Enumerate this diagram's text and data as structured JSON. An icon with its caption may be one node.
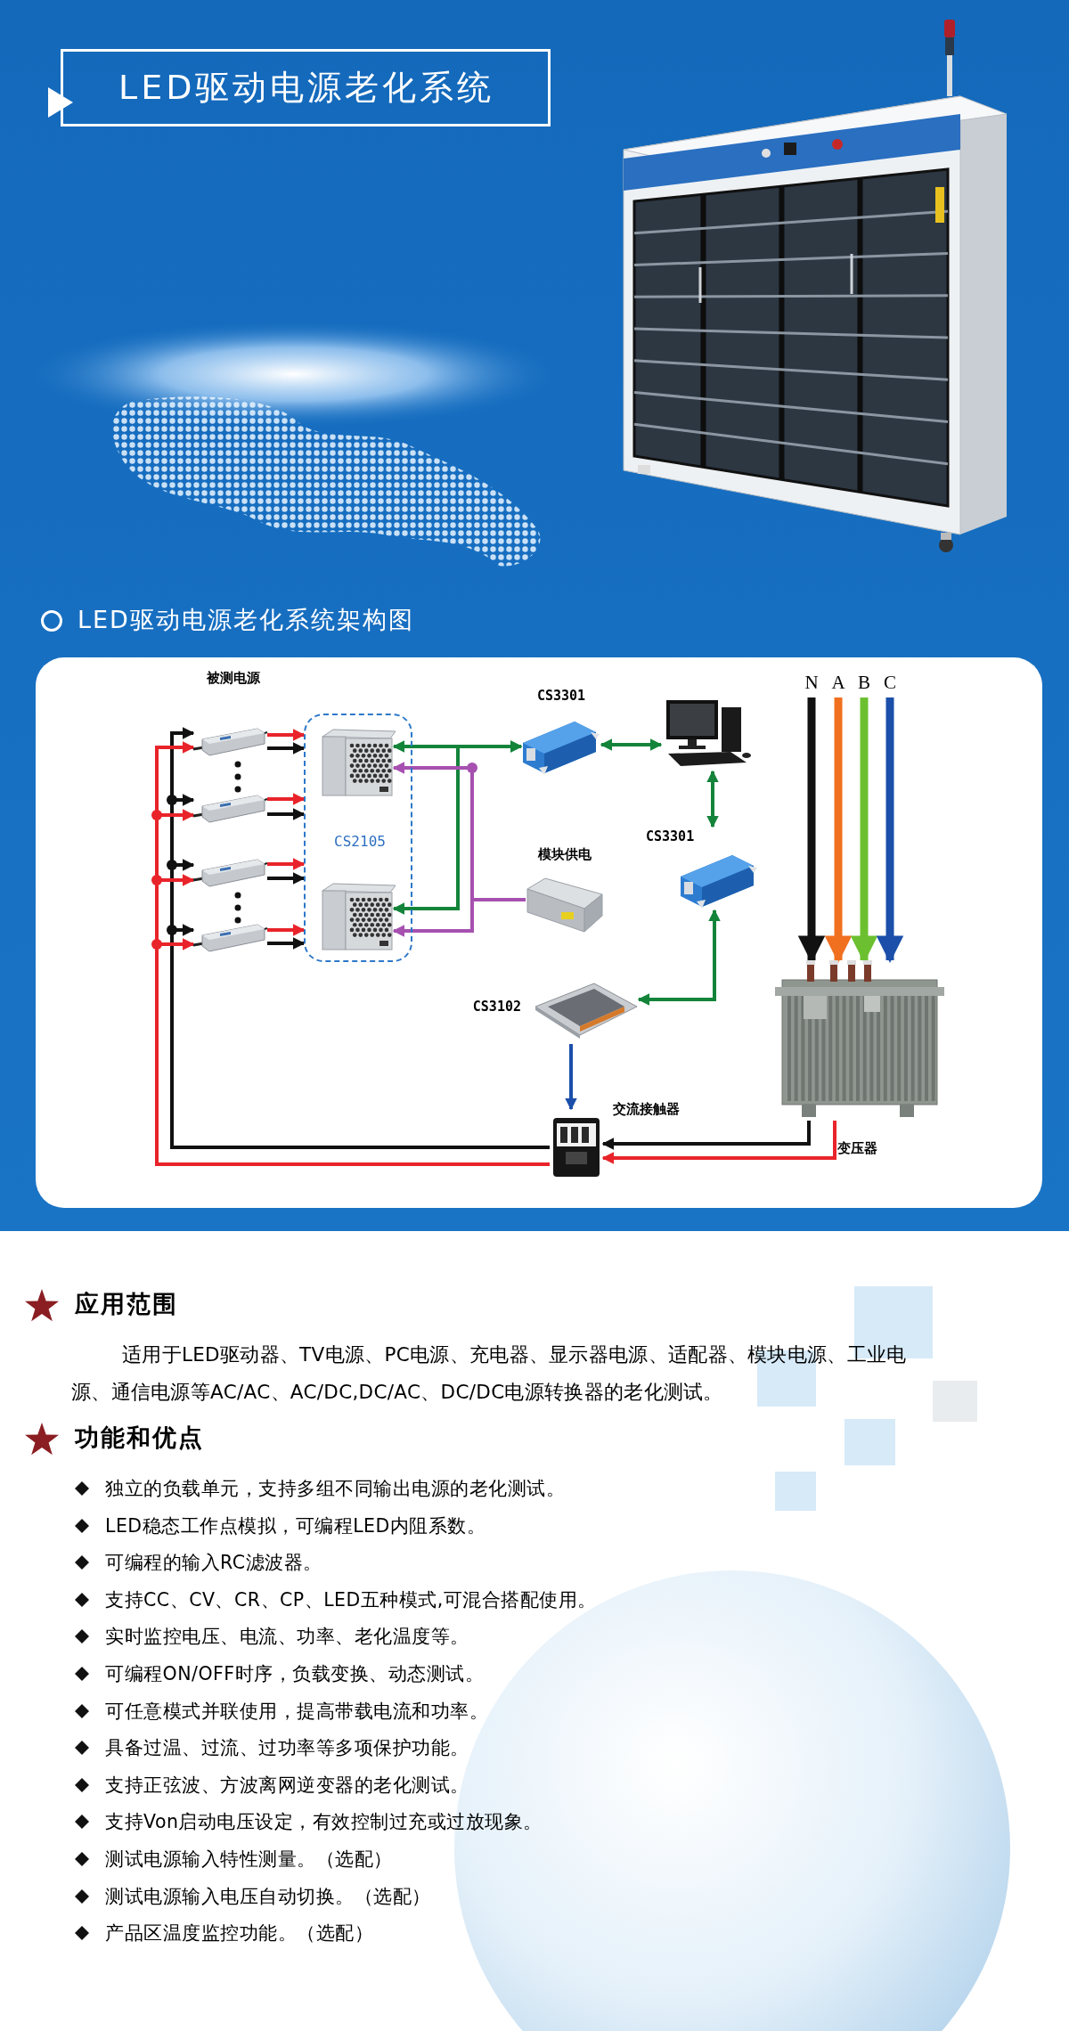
{
  "diagram": {
    "title": "LED驱动电源老化系统",
    "nodes": [
      {
        "text": [
          "CS2105"
        ]
      },
      {
        "text": [],
        "shape": "picture",
        "in": 0
      },
      {
        "text": [],
        "shape": "picture",
        "in": 0
      },
      {
        "text": [],
        "shape": "picture"
      },
      {
        "text": [],
        "shape": "picture"
      },
      {
        "text": [],
        "shape": "picture"
      },
      {
        "text": [],
        "shape": "picture"
      },
      {
        "text": [
          "CS3301"
        ]
      },
      {
        "text": [],
        "shape": "picture"
      },
      {
        "text": [
          "CS3301"
        ]
      },
      {
        "text": [
          "模块供电"
        ]
      },
      {
        "text": [],
        "shape": "picture",
        "beside": [
          "CS3102"
        ]
      },
      {
        "text": [],
        "shape": "picture",
        "beside": [
          "交流接触器"
        ]
      },
      {
        "text": [],
        "shape": "picture",
        "beside": [
          "变压器"
        ]
      },
      {
        "text": [
          "N"
        ]
      },
      {
        "text": [
          "A"
        ]
      },
      {
        "text": [
          "B"
        ]
      },
      {
        "text": [
          "C"
        ]
      }
    ],
    "edges": [
      {
        "from": 3,
        "to": 0,
        "arrow": "to",
        "color": "#e8242a"
      },
      {
        "from": 3,
        "to": 0,
        "arrow": "to"
      },
      {
        "from": 4,
        "to": 0,
        "arrow": "to",
        "color": "#e8242a"
      },
      {
        "from": 4,
        "to": 0,
        "arrow": "to"
      },
      {
        "from": 5,
        "to": 0,
        "arrow": "to",
        "color": "#e8242a"
      },
      {
        "from": 5,
        "to": 0,
        "arrow": "to"
      },
      {
        "from": 6,
        "to": 0,
        "arrow": "to",
        "color": "#e8242a"
      },
      {
        "from": 6,
        "to": 0,
        "arrow": "to"
      },
      {
        "from": 12,
        "to": 3,
        "arrow": "to"
      },
      {
        "from": 12,
        "to": 3,
        "arrow": "to",
        "color": "#e8242a"
      },
      {
        "from": 12,
        "to": 4,
        "arrow": "to"
      },
      {
        "from": 12,
        "to": 4,
        "arrow": "to",
        "color": "#e8242a"
      },
      {
        "from": 12,
        "to": 5,
        "arrow": "to"
      },
      {
        "from": 12,
        "to": 5,
        "arrow": "to",
        "color": "#e8242a"
      },
      {
        "from": 12,
        "to": 6,
        "arrow": "to"
      },
      {
        "from": 12,
        "to": 6,
        "arrow": "to",
        "color": "#e8242a"
      },
      {
        "from": 7,
        "to": 1,
        "arrow": "both",
        "color": "#14843a"
      },
      {
        "from": 7,
        "to": 2,
        "arrow": "both",
        "color": "#14843a"
      },
      {
        "from": 10,
        "to": 1,
        "arrow": "to",
        "color": "#a650b0"
      },
      {
        "from": 10,
        "to": 2,
        "arrow": "to",
        "color": "#a650b0"
      },
      {
        "from": 8,
        "to": 7,
        "arrow": "both",
        "color": "#14843a"
      },
      {
        "from": 8,
        "to": 9,
        "arrow": "both",
        "color": "#14843a"
      },
      {
        "from": 9,
        "to": 11,
        "arrow": "both",
        "color": "#14843a"
      },
      {
        "from": 11,
        "to": 12,
        "arrow": "to",
        "color": "#1b4faa"
      },
      {
        "from": 13,
        "to": 12,
        "arrow": "to"
      },
      {
        "from": 13,
        "to": 12,
        "arrow": "to",
        "color": "#e8242a"
      },
      {
        "from": 14,
        "to": 13,
        "arrow": "to",
        "style": "thick"
      },
      {
        "from": 15,
        "to": 13,
        "arrow": "to",
        "style": "thick",
        "color": "#f07020"
      },
      {
        "from": 16,
        "to": 13,
        "arrow": "to",
        "style": "thick",
        "color": "#6cc030"
      },
      {
        "from": 17,
        "to": 13,
        "arrow": "to",
        "style": "thick",
        "color": "#1b4faa"
      }
    ],
    "labels": [
      "LED驱动电源老化系统架构图",
      "被测电源",
      "应用范围",
      "适用于LED驱动器、TV电源、PC电源、充电器、显示器电源、适配器、模块电源、工业电源、通信电源等AC/AC、AC/DC,DC/AC、DC/DC电源转换器的老化测试。",
      "功能和优点",
      "独立的负载单元，支持多组不同输出电源的老化测试。",
      "LED稳态工作点模拟，可编程LED内阻系数。",
      "可编程的输入RC滤波器。",
      "支持CC、CV、CR、CP、LED五种模式,可混合搭配使用。",
      "实时监控电压、电流、功率、老化温度等。",
      "可编程ON/OFF时序，负载变换、动态测试。",
      "可任意模式并联使用，提高带载电流和功率。",
      "具备过温、过流、过功率等多项保护功能。",
      "支持正弦波、方波离网逆变器的老化测试。",
      "支持Von启动电压设定，有效控制过充或过放现象。",
      "测试电源输入特性测量。（选配）",
      "测试电源输入电压自动切换。（选配）",
      "产品区温度监控功能。（选配）"
    ]
  }
}
